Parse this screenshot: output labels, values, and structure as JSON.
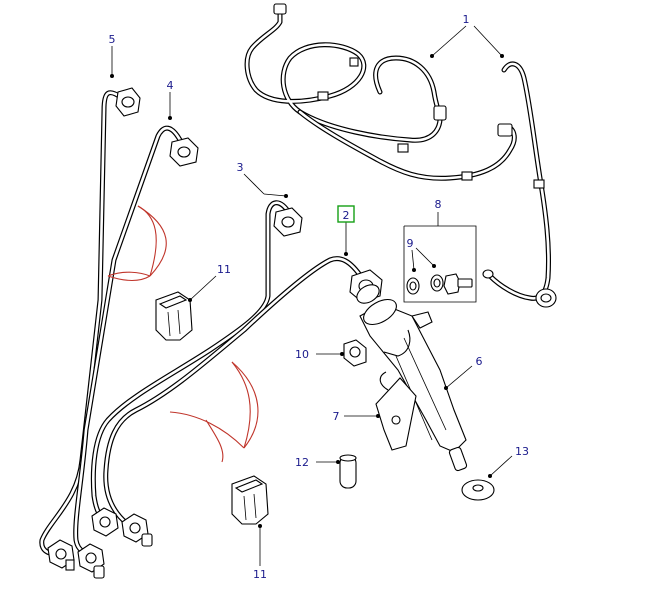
{
  "callouts": {
    "c1": "1",
    "c2": "2",
    "c3": "3",
    "c4": "4",
    "c5": "5",
    "c6": "6",
    "c7": "7",
    "c8": "8",
    "c9": "9",
    "c10": "10",
    "c11a": "11",
    "c11b": "11",
    "c12": "12",
    "c13": "13"
  },
  "highlighted_callout": "2",
  "colors": {
    "callout_text": "#1a1a8c",
    "highlight_box": "#15a015",
    "clip_arc": "#c0352b",
    "line": "#000000"
  }
}
